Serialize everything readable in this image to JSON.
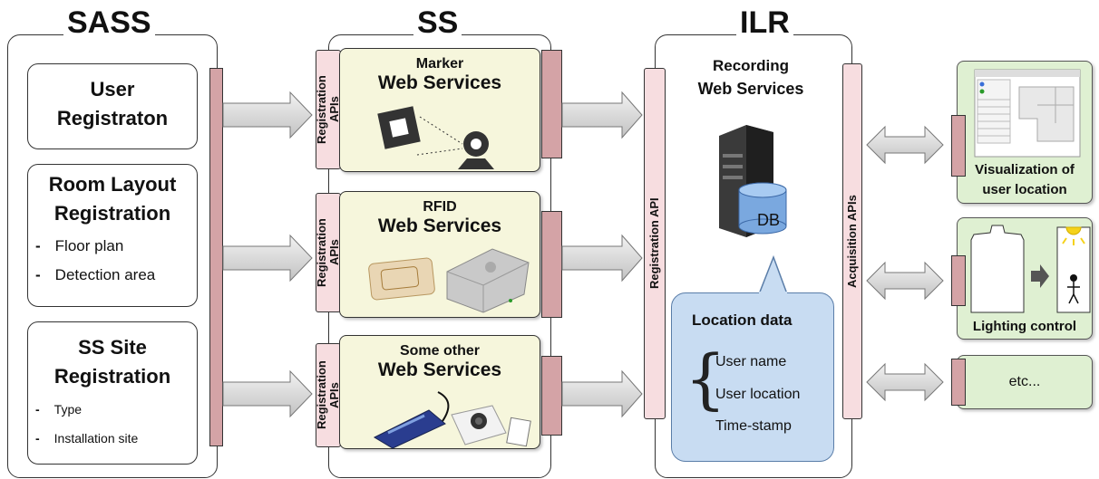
{
  "sections": {
    "sass": {
      "title": "SASS"
    },
    "ss": {
      "title": "SS"
    },
    "ilr": {
      "title": "ILR"
    }
  },
  "sass": {
    "user_reg": {
      "line1": "User",
      "line2": "Registraton"
    },
    "room_reg": {
      "line1": "Room Layout",
      "line2": "Registration",
      "items": [
        "Floor plan",
        "Detection area"
      ]
    },
    "site_reg": {
      "line1": "SS Site",
      "line2": "Registration",
      "items": [
        "Type",
        "Installation site"
      ]
    }
  },
  "ss": {
    "services": [
      {
        "line1": "Marker",
        "line2": "Web Services",
        "api_label": "Registration\nAPIs"
      },
      {
        "line1": "RFID",
        "line2": "Web Services",
        "api_label": "Registration\nAPIs"
      },
      {
        "line1": "Some other",
        "line2": "Web Services",
        "api_label": "Registration\nAPIs"
      }
    ]
  },
  "ilr": {
    "title_line1": "Recording",
    "title_line2": "Web Services",
    "db_label": "DB",
    "registration_api": "Registration API",
    "acquisition_apis": "Acquisition APIs",
    "location": {
      "title": "Location data",
      "items": [
        "User name",
        "User location",
        "Time-stamp"
      ]
    }
  },
  "apps": {
    "visualization": {
      "line1": "Visualization of",
      "line2": "user location"
    },
    "lighting": {
      "label": "Lighting control"
    },
    "etc": {
      "label": "etc..."
    }
  },
  "colors": {
    "pink_bar": "#d4a3a6",
    "api_panel": "#f7dde0",
    "service_box": "#f6f6dc",
    "app_box": "#dff0d2",
    "location_box": "#c8dcf2"
  }
}
